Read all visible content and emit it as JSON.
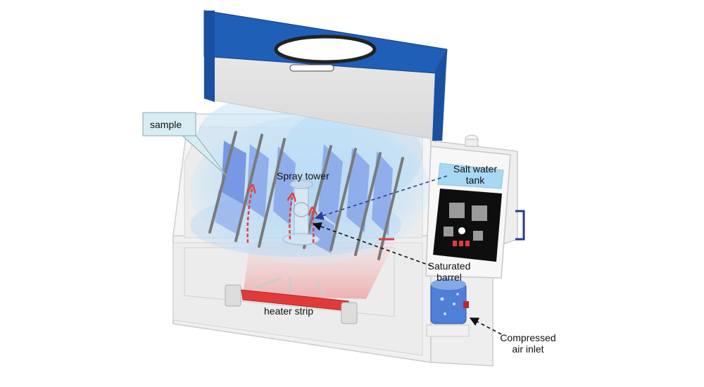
{
  "labels": {
    "sample": "sample",
    "spray_tower": "Spray tower",
    "salt_water_tank_line1": "Salt water",
    "salt_water_tank_line2": "tank",
    "saturated_barrel_line1": "Saturated",
    "saturated_barrel_line2": "barrel",
    "heater_strip": "heater strip",
    "compressed_air_line1": "Compressed",
    "compressed_air_line2": "air inlet"
  },
  "colors": {
    "lid_blue": "#1f5fb8",
    "spray_blue": "#8fc4f0",
    "heater_red": "#e03b3b",
    "callout_fill": "#d7edf3",
    "arrow_navy": "#2b3f9a"
  }
}
